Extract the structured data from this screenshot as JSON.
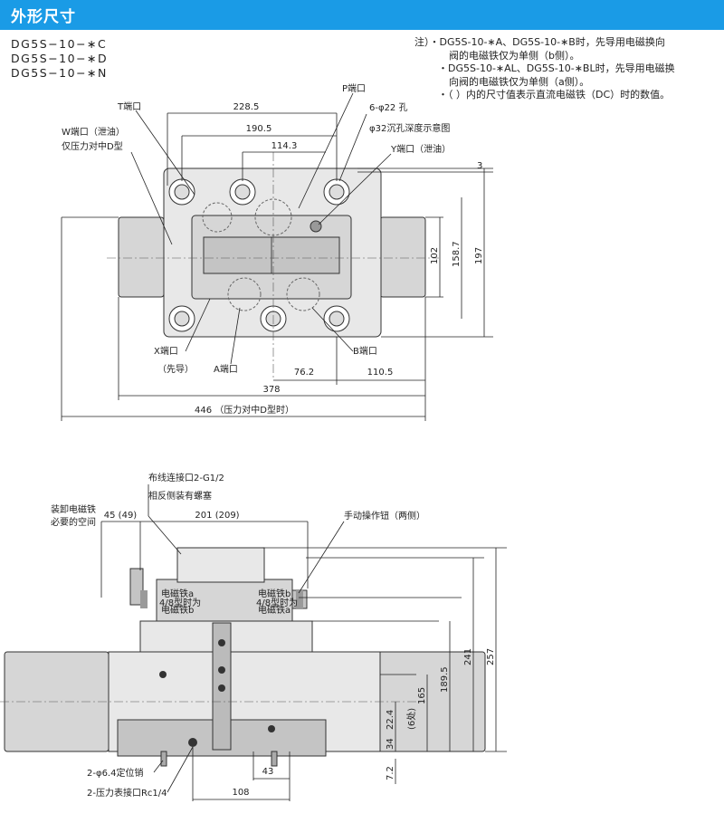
{
  "header": {
    "title": "外形尺寸"
  },
  "models": [
    "DG5S−10−∗C",
    "DG5S−10−∗D",
    "DG5S−10−∗N"
  ],
  "notes": [
    "注）・DG5S-10-∗A、DG5S-10-∗B时，先导用电磁换向",
    "阀的电磁铁仅为单侧（b侧）。",
    "・DG5S-10-∗AL、DG5S-10-∗BL时，先导用电磁换",
    "向阀的电磁铁仅为单侧（a侧）。",
    "・（ ）内的尺寸值表示直流电磁铁（DC）时的数值。"
  ],
  "top_view": {
    "t_port": "T端口",
    "p_port": "P端口",
    "w_port": "W端口（泄油）",
    "w_note": "仅压力对中D型",
    "holes": "6-φ22 孔",
    "counterbore": "φ32沉孔深度示意图",
    "y_port": "Y端口（泄油）",
    "x_port": "X端口",
    "pilot": "（先导）",
    "a_port": "A端口",
    "b_port": "B端口",
    "dims": {
      "d228_5": "228.5",
      "d190_5": "190.5",
      "d114_3": "114.3",
      "d3": "3",
      "d102": "102",
      "d158_7": "158.7",
      "d197": "197",
      "d76_2": "76.2",
      "d110_5": "110.5",
      "d378": "378",
      "d446": "446 （压力对中D型时）"
    }
  },
  "side_view": {
    "wiring": "布线连接口2-G1/2",
    "plug": "相反侧装有螺塞",
    "removal_space_1": "装卸电磁铁",
    "removal_space_2": "必要的空间",
    "manual": "手动操作钮（两侧）",
    "sol_a": "电磁铁a",
    "sol_a_note_1": "4/8型时为",
    "sol_a_note_2": "电磁铁b",
    "sol_b": "电磁铁b",
    "sol_b_note_1": "4/8型时为",
    "sol_b_note_2": "电磁铁a",
    "locating_pin": "2-φ6.4定位销",
    "gauge_port": "2-压力表接口Rc1/4",
    "dims": {
      "d45": "45 (49)",
      "d201": "201 (209)",
      "d22_4": "22.4",
      "d6": "(6处)",
      "d34": "34",
      "d7_2": "7.2",
      "d165": "165",
      "d189_5": "189.5",
      "d241": "241",
      "d257": "257",
      "d43": "43",
      "d108": "108"
    }
  }
}
